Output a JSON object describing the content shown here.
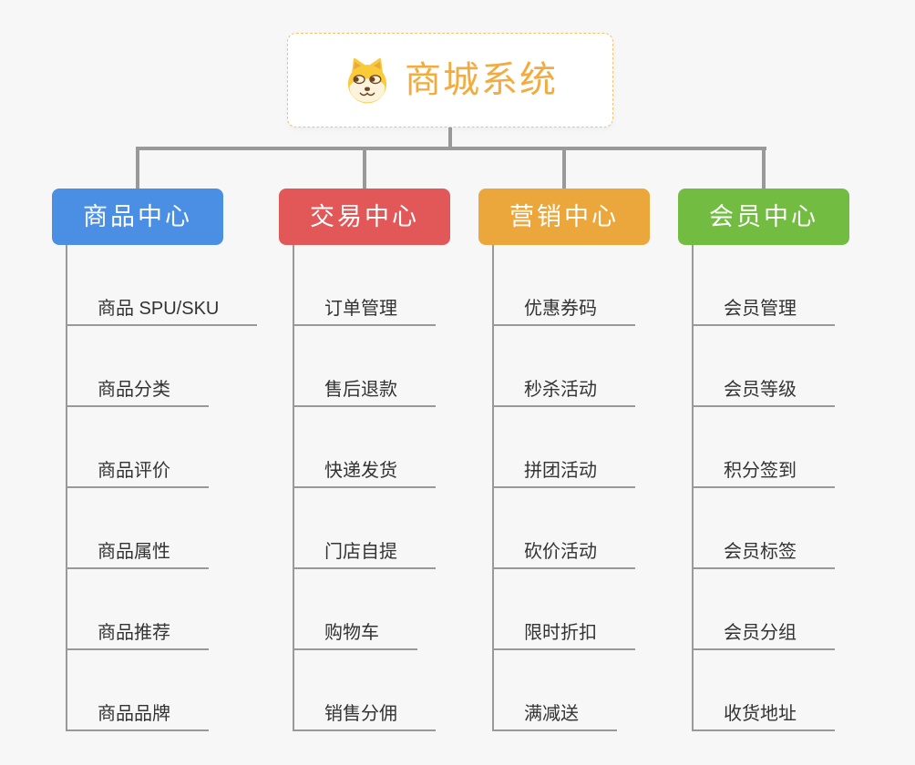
{
  "root": {
    "title": "商城系统",
    "icon": "doge-icon"
  },
  "branches": [
    {
      "label": "商品中心",
      "color": "#4A8FE3",
      "items": [
        "商品 SPU/SKU",
        "商品分类",
        "商品评价",
        "商品属性",
        "商品推荐",
        "商品品牌"
      ]
    },
    {
      "label": "交易中心",
      "color": "#E25858",
      "items": [
        "订单管理",
        "售后退款",
        "快递发货",
        "门店自提",
        "购物车",
        "销售分佣"
      ]
    },
    {
      "label": "营销中心",
      "color": "#ECA73C",
      "items": [
        "优惠券码",
        "秒杀活动",
        "拼团活动",
        "砍价活动",
        "限时折扣",
        "满减送"
      ]
    },
    {
      "label": "会员中心",
      "color": "#71BC41",
      "items": [
        "会员管理",
        "会员等级",
        "积分签到",
        "会员标签",
        "会员分组",
        "收货地址"
      ]
    }
  ],
  "colors": {
    "connector": "#999999",
    "underline": "#999999",
    "item_text": "#333333",
    "title": "#F2AB3E",
    "root_border": "#F0C36E",
    "background": "#F7F7F7"
  }
}
